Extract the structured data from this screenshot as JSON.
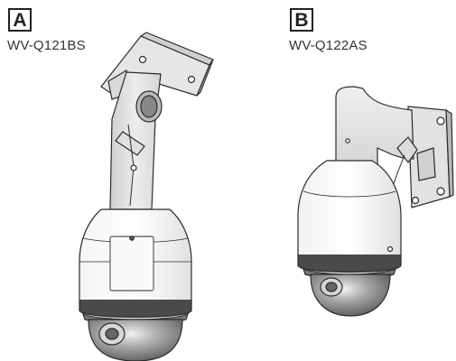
{
  "panel_a": {
    "letter": "A",
    "model": "WV-Q121BS"
  },
  "panel_b": {
    "letter": "B",
    "model": "WV-Q122AS"
  },
  "colors": {
    "line": "#2b2b2b",
    "metal": "#e8e8e8",
    "metal_dark": "#bfbfbf",
    "dome": "#9a9a9a",
    "lens": "#555555"
  }
}
